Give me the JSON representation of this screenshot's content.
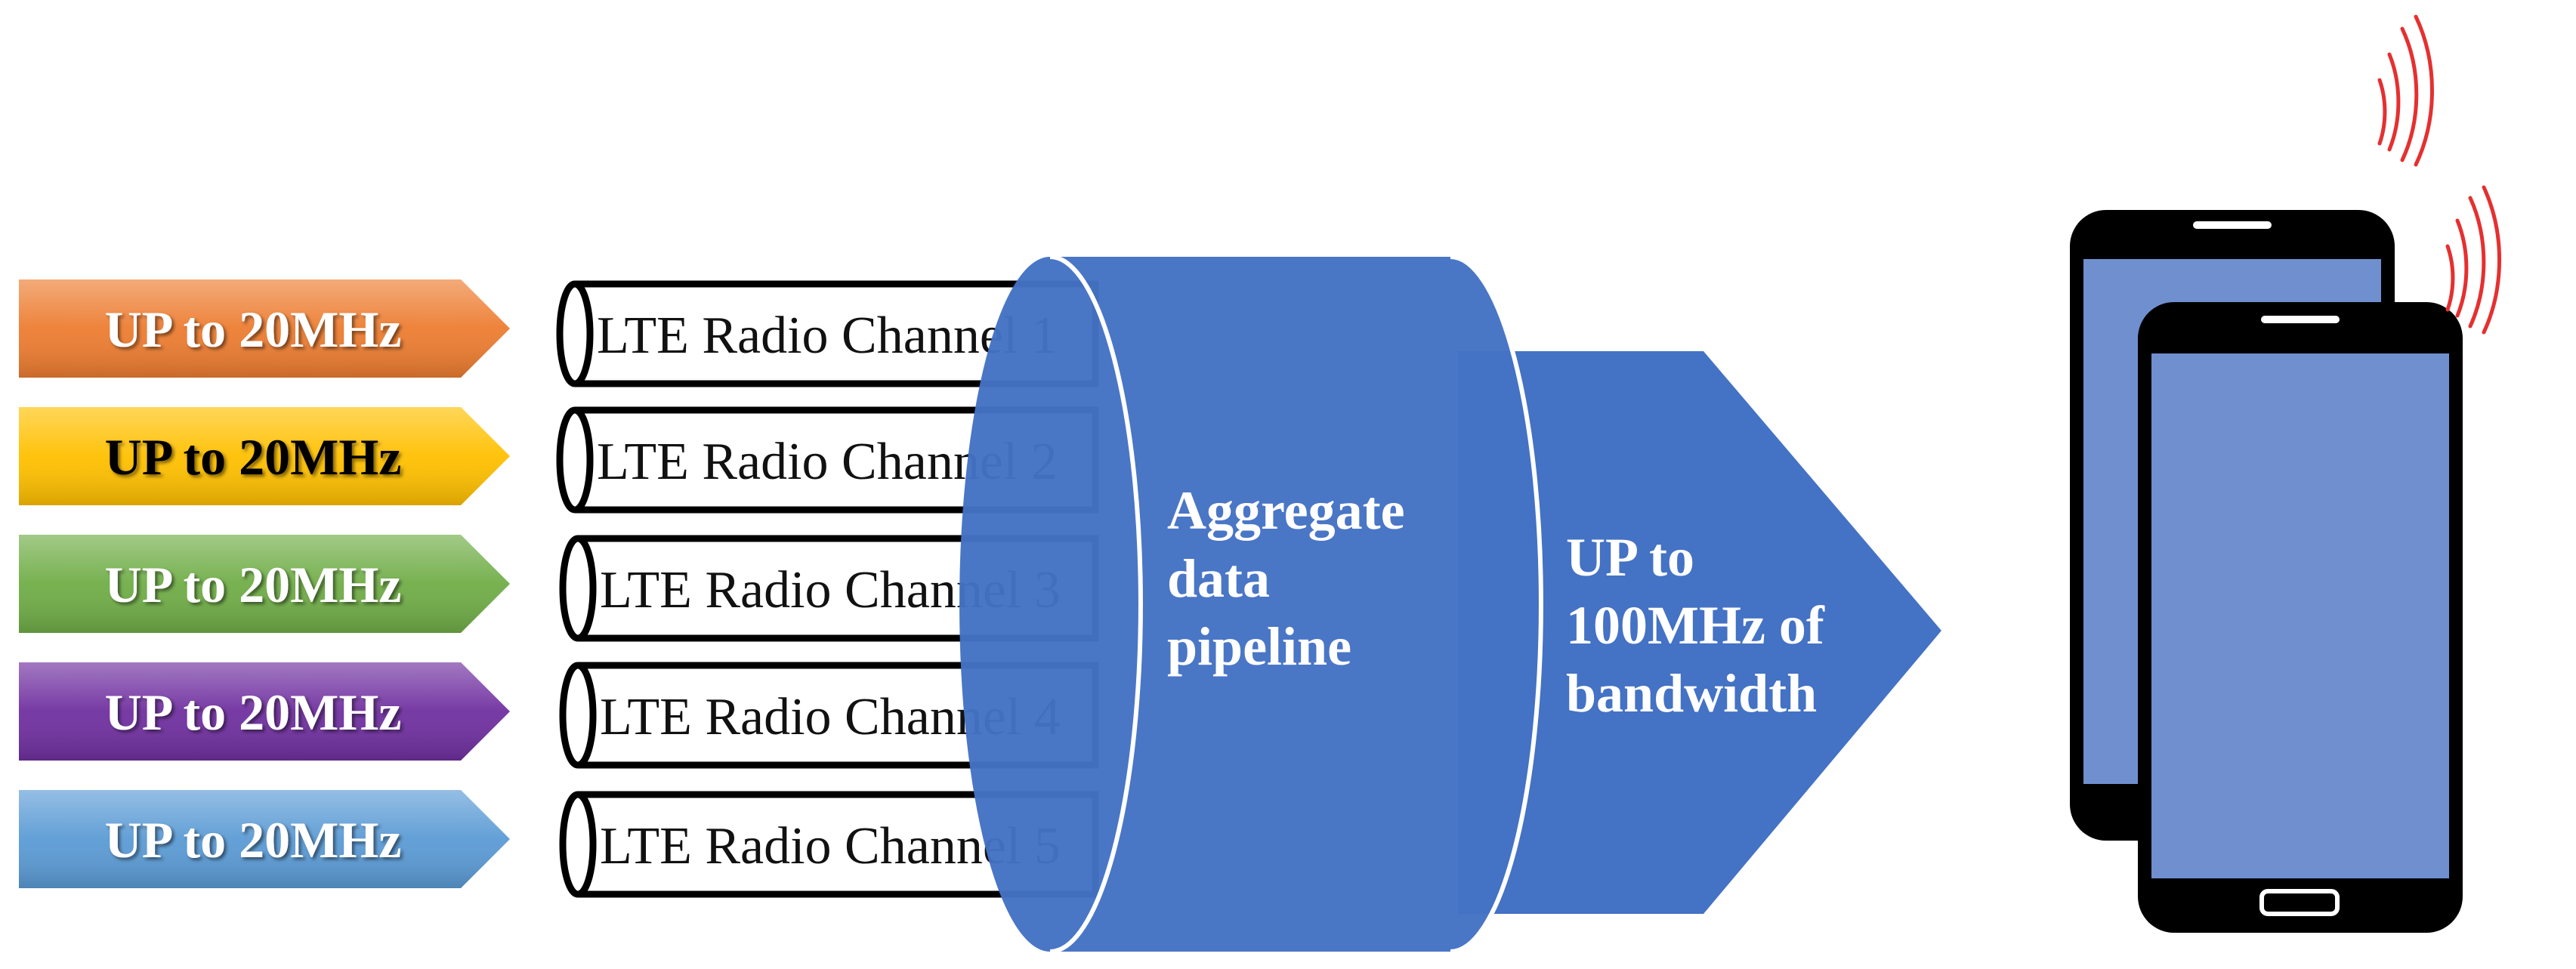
{
  "inputs": [
    {
      "label": "UP to 20MHz",
      "color": "#ED7D31",
      "text_color": "#ffffff"
    },
    {
      "label": "UP to 20MHz",
      "color": "#FFC000",
      "text_color": "#000000"
    },
    {
      "label": "UP to 20MHz",
      "color": "#70AD47",
      "text_color": "#ffffff"
    },
    {
      "label": "UP to 20MHz",
      "color": "#7030A0",
      "text_color": "#ffffff"
    },
    {
      "label": "UP to 20MHz",
      "color": "#5B9BD5",
      "text_color": "#ffffff"
    }
  ],
  "channels": [
    {
      "label": "LTE Radio Channel 1"
    },
    {
      "label": "LTE Radio Channel 2"
    },
    {
      "label": "LTE Radio Channel 3"
    },
    {
      "label": "LTE Radio Channel 4"
    },
    {
      "label": "LTE Radio Channel 5"
    }
  ],
  "pipeline": {
    "lines": [
      "Aggregate",
      "data",
      "pipeline"
    ],
    "color": "#4472C4"
  },
  "output": {
    "lines": [
      "UP to",
      "100MHz of",
      "bandwidth"
    ],
    "color": "#4472C4"
  },
  "devices": {
    "phone_body_color": "#000000",
    "phone_screen_color": "#6F8FCF",
    "signal_color": "#E53030"
  }
}
